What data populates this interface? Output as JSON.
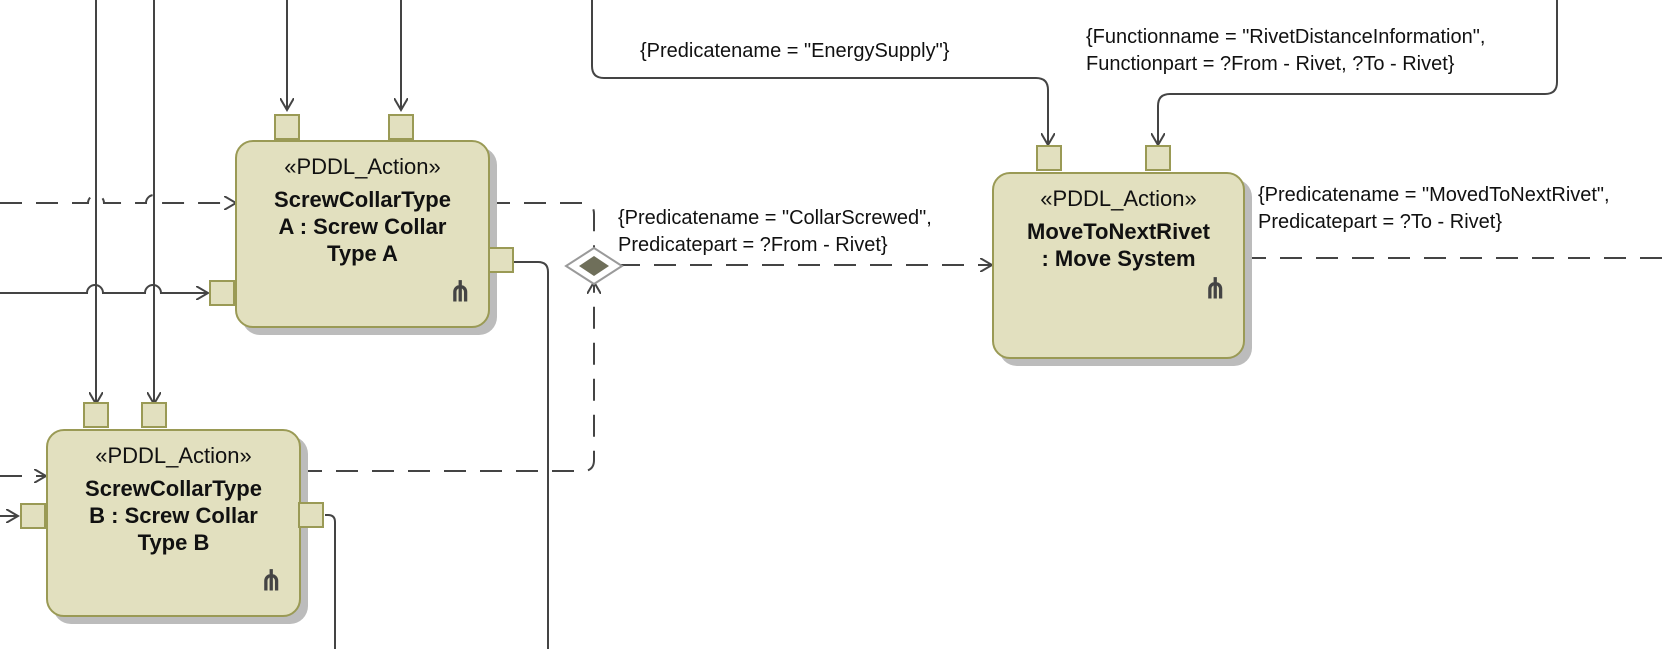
{
  "actions": {
    "screw_a": {
      "stereotype": "«PDDL_Action»",
      "name_lines": [
        "ScrewCollarType",
        "A : Screw Collar",
        "Type A"
      ]
    },
    "screw_b": {
      "stereotype": "«PDDL_Action»",
      "name_lines": [
        "ScrewCollarType",
        "B : Screw Collar",
        "Type B"
      ]
    },
    "move": {
      "stereotype": "«PDDL_Action»",
      "name_lines": [
        "MoveToNextRivet",
        ": Move System"
      ]
    }
  },
  "labels": {
    "energy": [
      "{Predicatename = \"EnergySupply\"}"
    ],
    "rivet_distance": [
      "{Functionname = \"RivetDistanceInformation\",",
      "Functionpart = ?From - Rivet, ?To - Rivet}"
    ],
    "collar_screwed": [
      "{Predicatename = \"CollarScrewed\",",
      "Predicatepart = ?From - Rivet}"
    ],
    "moved_to_next": [
      "{Predicatename = \"MovedToNextRivet\",",
      "Predicatepart = ?To - Rivet}"
    ]
  },
  "icons": {
    "call_behavior": "rake-icon"
  },
  "colors": {
    "node_fill": "#e2e0bf",
    "node_border": "#9a9a55",
    "line": "#444444"
  }
}
